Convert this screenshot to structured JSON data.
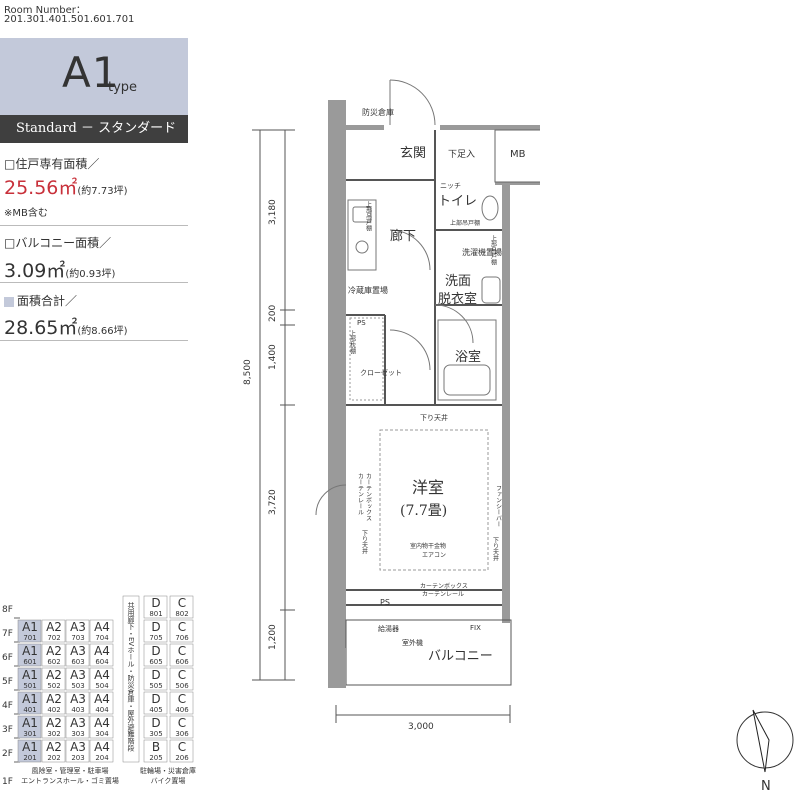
{
  "header": {
    "room_number_label": "Room Number：",
    "room_number_list": "201.301.401.501.601.701"
  },
  "type": {
    "code": "A1",
    "suffix": "type",
    "standard": "Standard － スタンダード －"
  },
  "areas": {
    "private_label": "□住戸専有面積／",
    "private_value": "25.56㎡",
    "private_tsubo": "(約7.73坪)",
    "private_note": "※MB含む",
    "balcony_label": "□バルコニー面積／",
    "balcony_value": "3.09㎡",
    "balcony_tsubo": "(約0.93坪)",
    "total_label": "面積合計／",
    "total_value": "28.65㎡",
    "total_tsubo": "(約8.66坪)"
  },
  "floorplan": {
    "rooms": {
      "bosai": "防災倉庫",
      "genkan": "玄関",
      "shitabako": "下足入",
      "mb": "MB",
      "niche": "ニッチ",
      "toilet": "トイレ",
      "toilet_cab": "上部吊戸棚",
      "roka": "廊下",
      "kitchen_cab": "上部吊戸棚",
      "sentaku": "洗濯機置場",
      "sentaku_cab": "上部吊戸棚",
      "reizoko": "冷蔵庫置場",
      "senmen": "洗面",
      "datsuishitsu": "脱衣室",
      "ps1": "PS",
      "closet": "クローゼット",
      "closet_shelf": "上部枕棚",
      "yokushitsu": "浴室",
      "sagari_top": "下り天井",
      "yoshitsu": "洋室",
      "yoshitsu_size": "(7.7畳)",
      "curtain_box_left": "カーテンボックス",
      "curtain_rail_left": "カーテンレール",
      "sagari_left": "下り天井",
      "fan_shelf": "ファンシーバー",
      "sagari_right": "下り天井",
      "hoshimono": "室内物干金物",
      "aircon": "エアコン",
      "curtain_box_bottom": "カーテンボックス",
      "curtain_rail_bottom": "カーテンレール",
      "ps2": "PS",
      "kyuhaiki": "給湯器",
      "shitsugaiki": "室外機",
      "fix": "FIX",
      "balcony": "バルコニー"
    },
    "dims": {
      "d1": "3,180",
      "d2": "200",
      "d3": "1,400",
      "d4": "3,720",
      "d5": "1,200",
      "total_v": "8,500",
      "width": "3,000"
    },
    "compass": "N"
  },
  "floor_table": {
    "floors": [
      {
        "label": "8F",
        "units": [],
        "right": [
          [
            "D",
            "801"
          ],
          [
            "C",
            "802"
          ]
        ]
      },
      {
        "label": "7F",
        "units": [
          [
            "A1",
            "701"
          ],
          [
            "A2",
            "702"
          ],
          [
            "A3",
            "703"
          ],
          [
            "A4",
            "704"
          ]
        ],
        "right": [
          [
            "D",
            "705"
          ],
          [
            "C",
            "706"
          ]
        ]
      },
      {
        "label": "6F",
        "units": [
          [
            "A1",
            "601"
          ],
          [
            "A2",
            "602"
          ],
          [
            "A3",
            "603"
          ],
          [
            "A4",
            "604"
          ]
        ],
        "right": [
          [
            "D",
            "605"
          ],
          [
            "C",
            "606"
          ]
        ]
      },
      {
        "label": "5F",
        "units": [
          [
            "A1",
            "501"
          ],
          [
            "A2",
            "502"
          ],
          [
            "A3",
            "503"
          ],
          [
            "A4",
            "504"
          ]
        ],
        "right": [
          [
            "D",
            "505"
          ],
          [
            "C",
            "506"
          ]
        ]
      },
      {
        "label": "4F",
        "units": [
          [
            "A1",
            "401"
          ],
          [
            "A2",
            "402"
          ],
          [
            "A3",
            "403"
          ],
          [
            "A4",
            "404"
          ]
        ],
        "right": [
          [
            "D",
            "405"
          ],
          [
            "C",
            "406"
          ]
        ]
      },
      {
        "label": "3F",
        "units": [
          [
            "A1",
            "301"
          ],
          [
            "A2",
            "302"
          ],
          [
            "A3",
            "303"
          ],
          [
            "A4",
            "304"
          ]
        ],
        "right": [
          [
            "D",
            "305"
          ],
          [
            "C",
            "306"
          ]
        ]
      },
      {
        "label": "2F",
        "units": [
          [
            "A1",
            "201"
          ],
          [
            "A2",
            "202"
          ],
          [
            "A3",
            "203"
          ],
          [
            "A4",
            "204"
          ]
        ],
        "right": [
          [
            "B",
            "205"
          ],
          [
            "C",
            "206"
          ]
        ]
      }
    ],
    "ground_label": "1F",
    "core_text": "共用廊下・EVホール・防災倉庫・屋外避難階段",
    "ground_left": "風除室・管理室・駐車場\nエントランスホール・ゴミ置場",
    "ground_right": "駐輪場・災害倉庫\nバイク置場",
    "highlight_color": "#c3c9da"
  }
}
